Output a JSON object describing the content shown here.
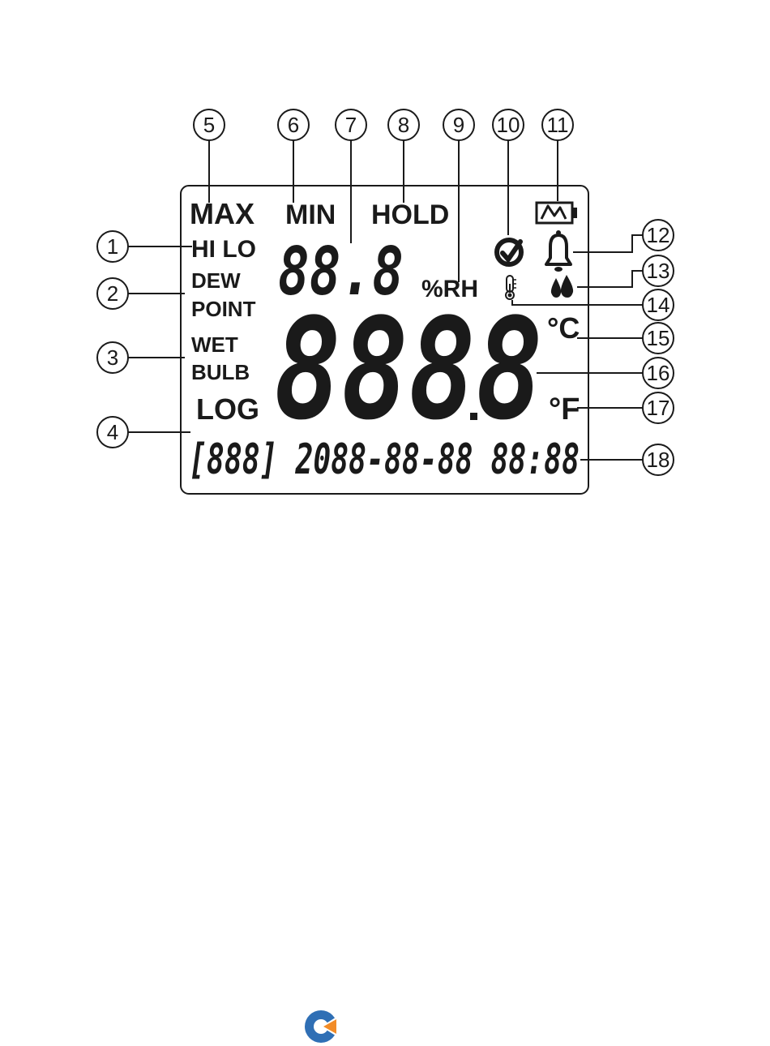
{
  "lcd": {
    "max": "MAX",
    "min": "MIN",
    "hold": "HOLD",
    "hi_lo": "HI LO",
    "dew": "DEW",
    "point": "POINT",
    "wet": "WET",
    "bulb": "BULB",
    "log": "LOG",
    "rh_unit": "%RH",
    "deg_c": "°C",
    "deg_f": "°F",
    "small_digits": "88.8",
    "main_digits": "8888",
    "bottom_row": "[888] 2088-88-88 88:88"
  },
  "callouts": [
    "1",
    "2",
    "3",
    "4",
    "5",
    "6",
    "7",
    "8",
    "9",
    "10",
    "11",
    "12",
    "13",
    "14",
    "15",
    "16",
    "17",
    "18"
  ],
  "icons": [
    "battery-icon",
    "alarm-bell-icon",
    "humidity-drops-icon",
    "thermometer-icon",
    "auto-off-icon",
    "logo-icon"
  ],
  "colors": {
    "ink": "#1a1a1a",
    "logo_blue": "#2f6fb5",
    "logo_orange": "#f28c28"
  }
}
